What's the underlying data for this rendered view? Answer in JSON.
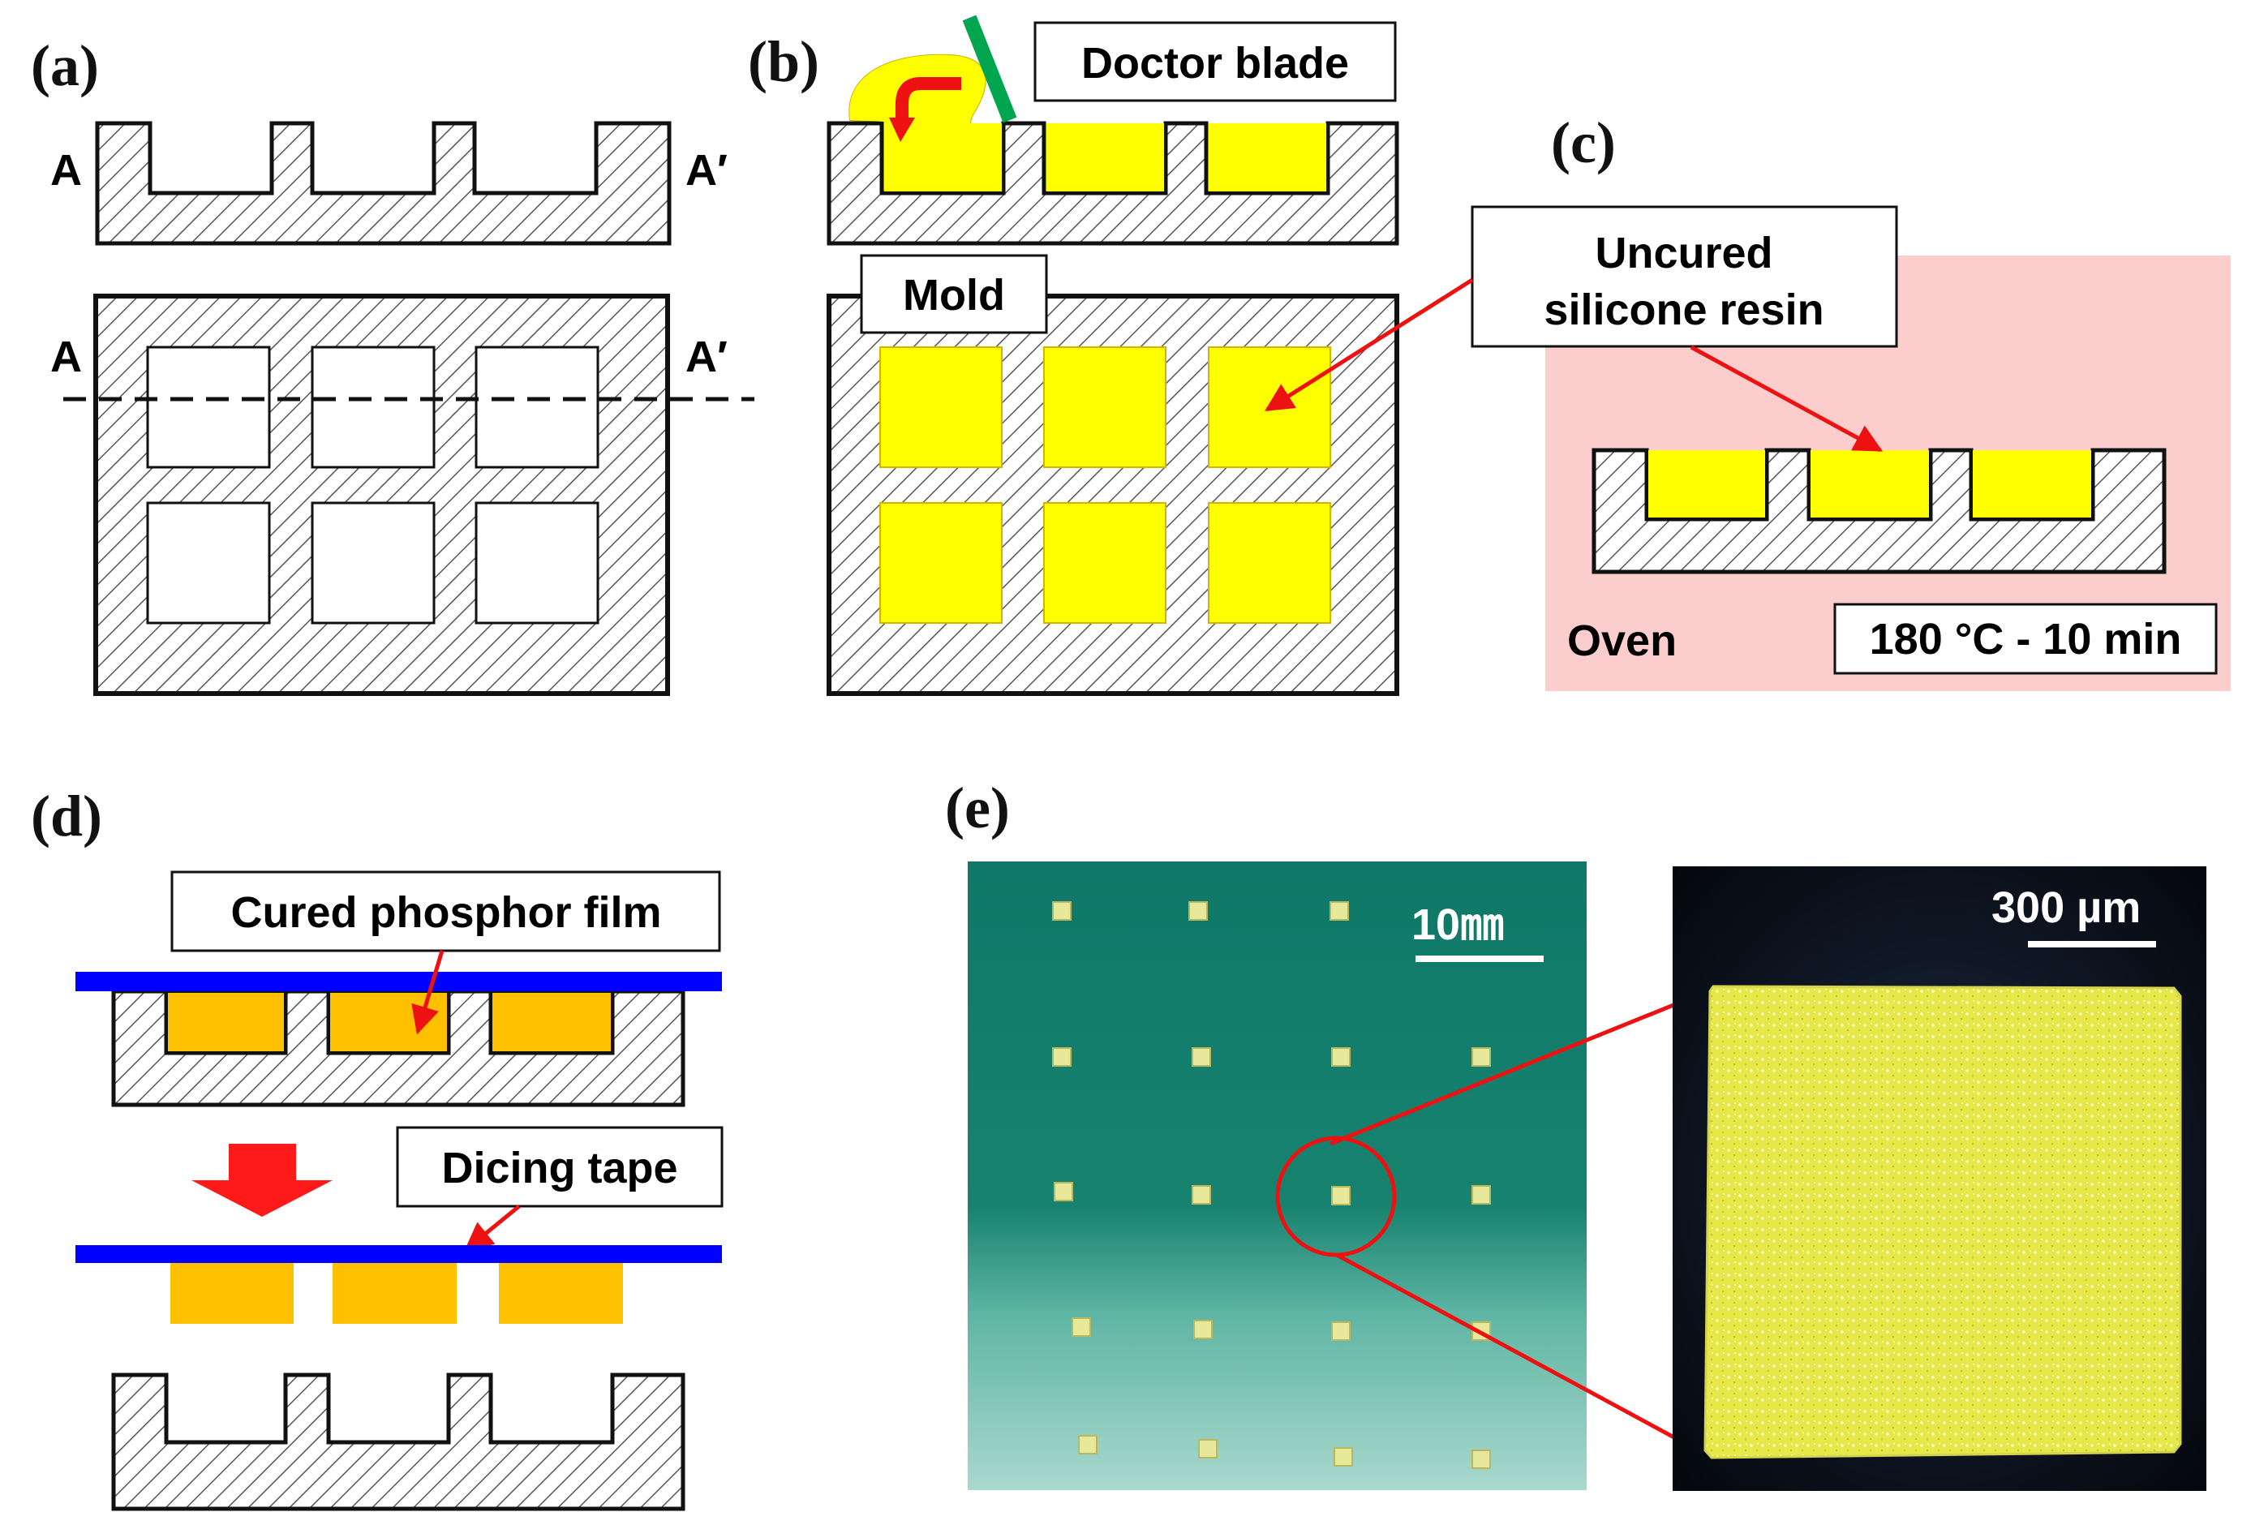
{
  "panels": {
    "a": {
      "label": "(a)",
      "section_left": "A",
      "section_right": "A′"
    },
    "b": {
      "label": "(b)",
      "doctor_blade": "Doctor blade",
      "mold": "Mold"
    },
    "c": {
      "label": "(c)",
      "uncured_line1": "Uncured",
      "uncured_line2": "silicone resin",
      "oven": "Oven",
      "cure_condition": "180 °C - 10 min"
    },
    "d": {
      "label": "(d)",
      "cured_film": "Cured phosphor film",
      "dicing_tape": "Dicing tape"
    },
    "e": {
      "label": "(e)",
      "scale_left": "10㎜",
      "scale_right": "300 µm"
    }
  },
  "colors": {
    "phosphor_uncured": "#ffff00",
    "phosphor_cured": "#ffc000",
    "tape": "#0000ff",
    "blade": "#00a550",
    "oven_bg": "#fbcdcd",
    "arrow": "#ee1111",
    "photo_green": "#15806e"
  }
}
